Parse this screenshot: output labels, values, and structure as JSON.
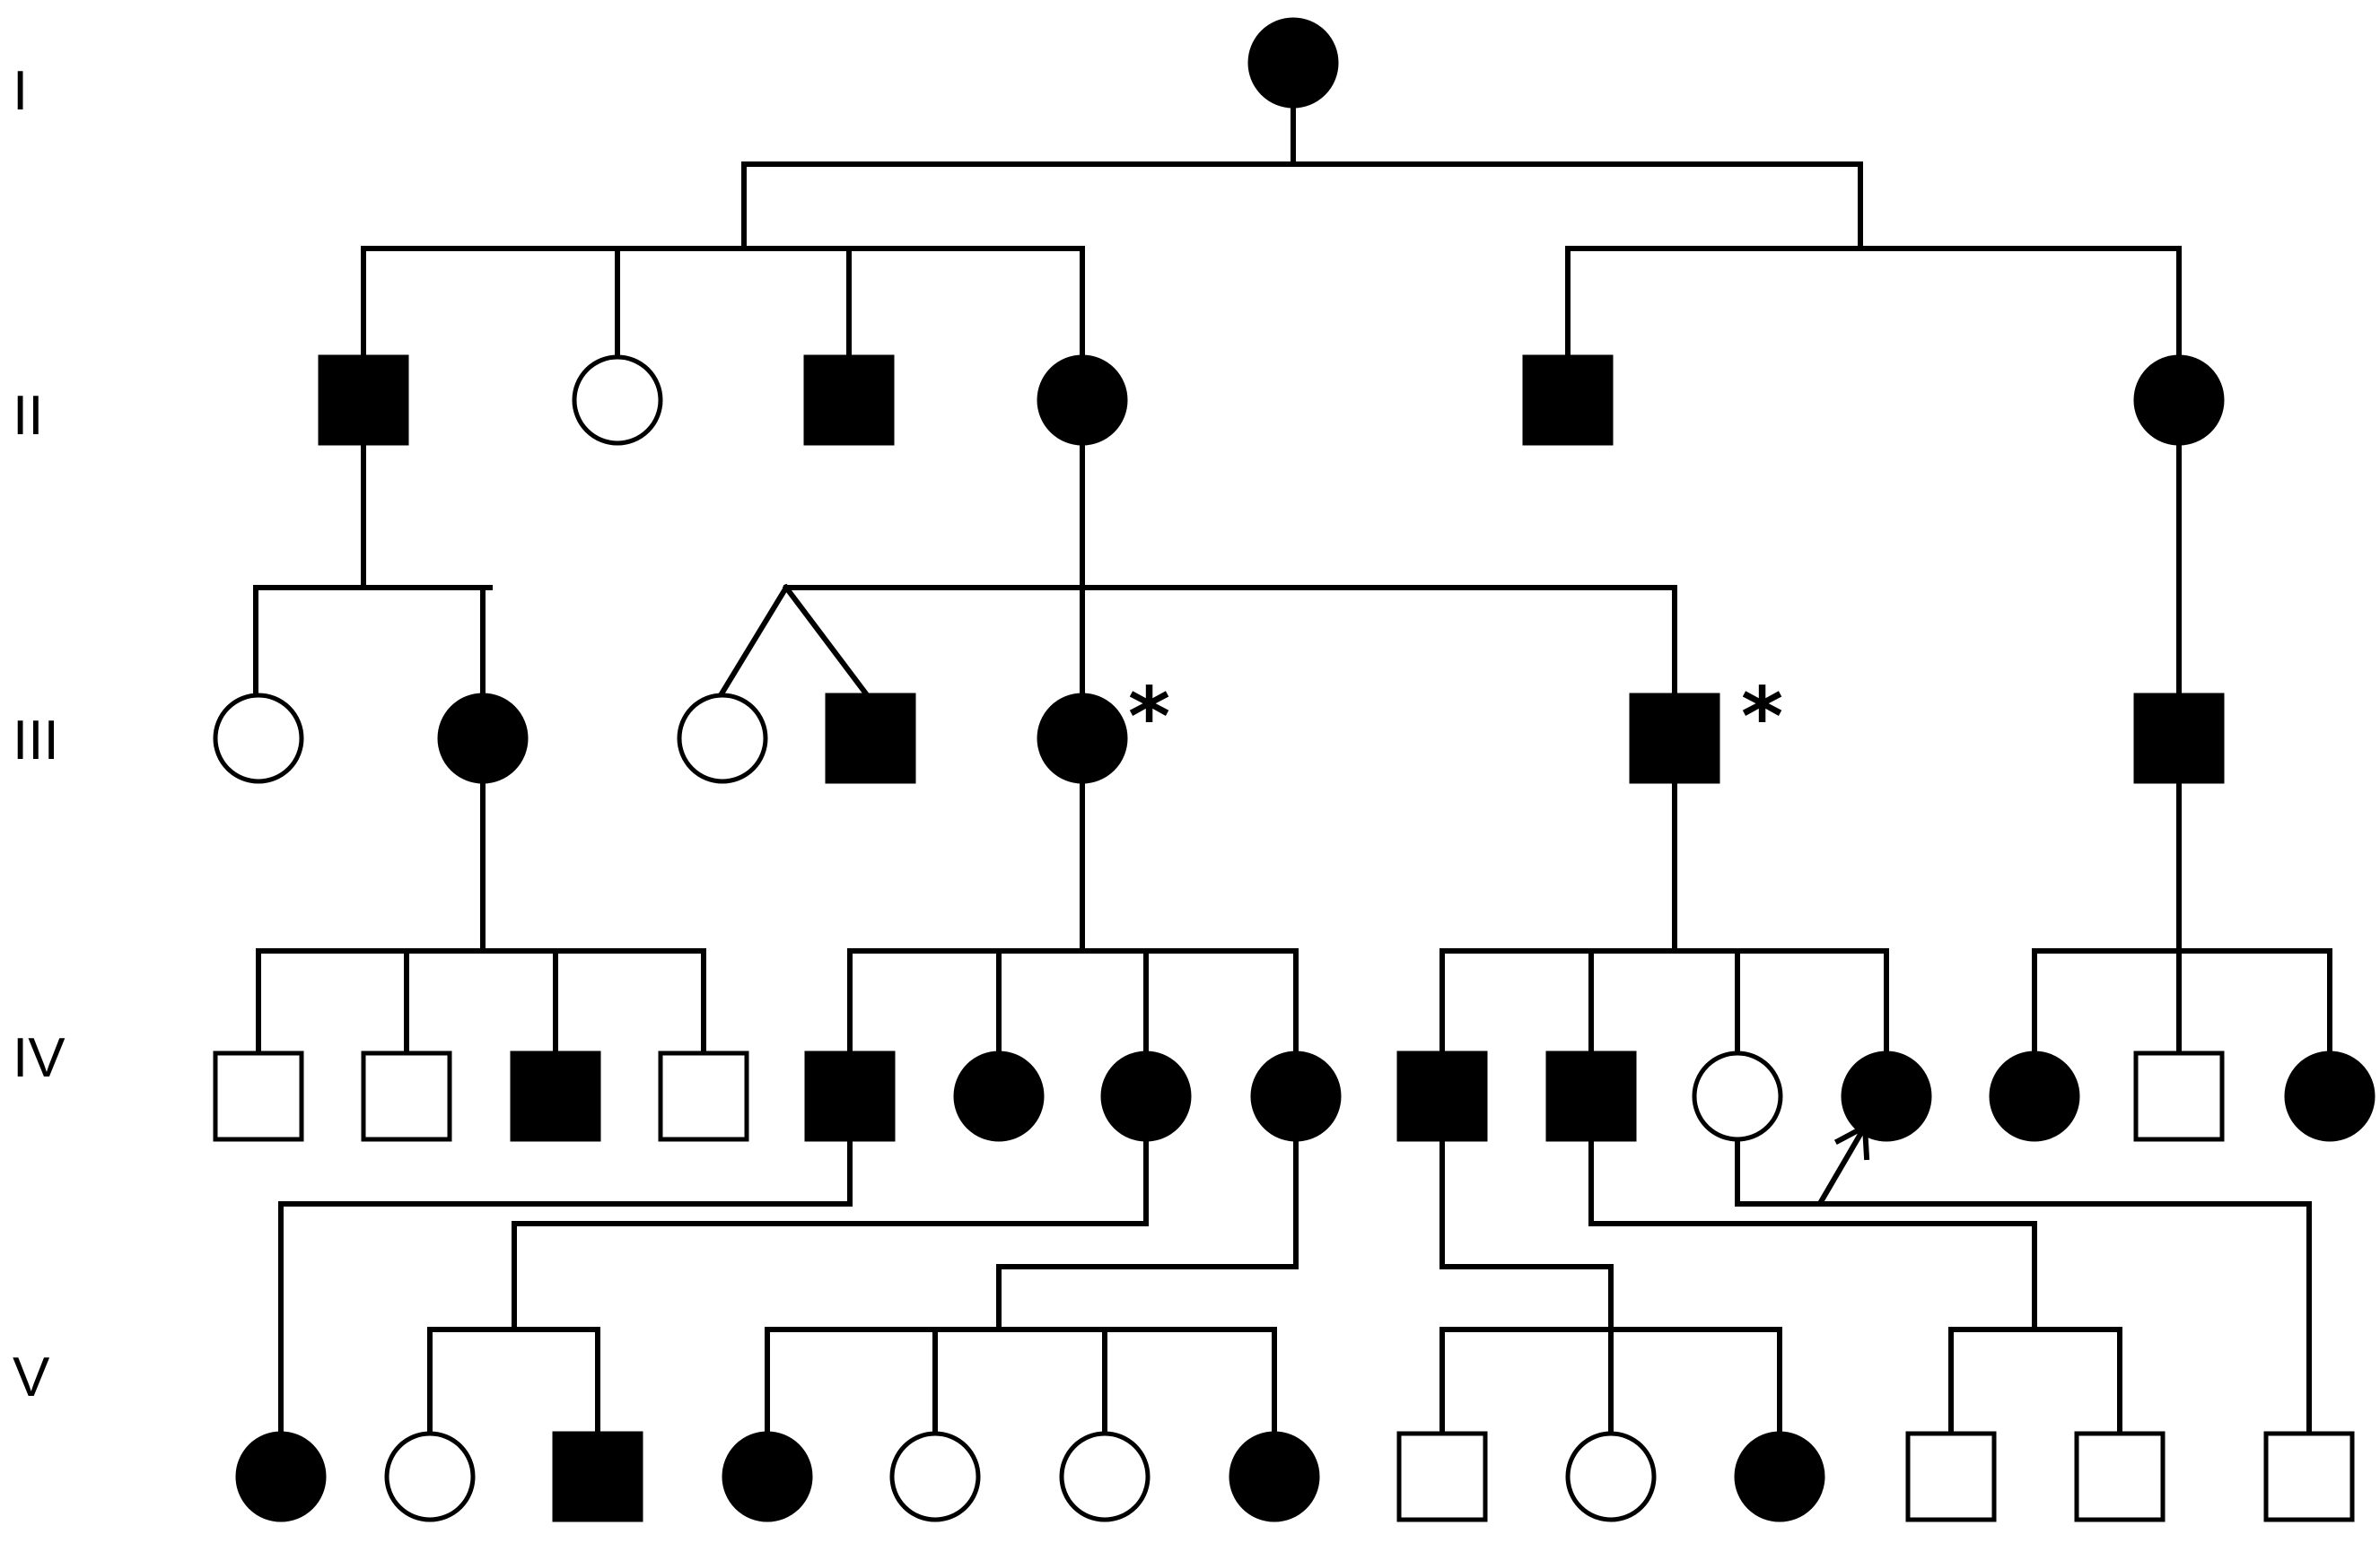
{
  "pedigree": {
    "generations": [
      {
        "label": "I"
      },
      {
        "label": "II"
      },
      {
        "label": "III"
      },
      {
        "label": "IV"
      },
      {
        "label": "V"
      }
    ],
    "markers": {
      "asterisk": "*"
    },
    "colors": {
      "affected": "#000000",
      "unaffected": "#ffffff",
      "line": "#000000"
    },
    "individuals": [
      {
        "id": "I-1",
        "generation": "I",
        "sex": "female",
        "affected": true
      },
      {
        "id": "II-1",
        "generation": "II",
        "sex": "male",
        "affected": true
      },
      {
        "id": "II-2",
        "generation": "II",
        "sex": "female",
        "affected": false
      },
      {
        "id": "II-3",
        "generation": "II",
        "sex": "male",
        "affected": true
      },
      {
        "id": "II-4",
        "generation": "II",
        "sex": "female",
        "affected": true
      },
      {
        "id": "II-5",
        "generation": "II",
        "sex": "male",
        "affected": true
      },
      {
        "id": "II-6",
        "generation": "II",
        "sex": "female",
        "affected": true
      },
      {
        "id": "III-1",
        "generation": "III",
        "sex": "female",
        "affected": false
      },
      {
        "id": "III-2",
        "generation": "III",
        "sex": "female",
        "affected": true
      },
      {
        "id": "III-3",
        "generation": "III",
        "sex": "female",
        "affected": false,
        "twin": true
      },
      {
        "id": "III-4",
        "generation": "III",
        "sex": "male",
        "affected": true,
        "twin": true
      },
      {
        "id": "III-5",
        "generation": "III",
        "sex": "female",
        "affected": true,
        "marked": true
      },
      {
        "id": "III-6",
        "generation": "III",
        "sex": "male",
        "affected": true,
        "marked": true
      },
      {
        "id": "III-7",
        "generation": "III",
        "sex": "male",
        "affected": true
      },
      {
        "id": "IV-1",
        "generation": "IV",
        "sex": "male",
        "affected": false
      },
      {
        "id": "IV-2",
        "generation": "IV",
        "sex": "male",
        "affected": false
      },
      {
        "id": "IV-3",
        "generation": "IV",
        "sex": "male",
        "affected": true
      },
      {
        "id": "IV-4",
        "generation": "IV",
        "sex": "male",
        "affected": false
      },
      {
        "id": "IV-5",
        "generation": "IV",
        "sex": "male",
        "affected": true
      },
      {
        "id": "IV-6",
        "generation": "IV",
        "sex": "female",
        "affected": true
      },
      {
        "id": "IV-7",
        "generation": "IV",
        "sex": "female",
        "affected": true
      },
      {
        "id": "IV-8",
        "generation": "IV",
        "sex": "female",
        "affected": true
      },
      {
        "id": "IV-9",
        "generation": "IV",
        "sex": "male",
        "affected": true
      },
      {
        "id": "IV-10",
        "generation": "IV",
        "sex": "male",
        "affected": true
      },
      {
        "id": "IV-11",
        "generation": "IV",
        "sex": "female",
        "affected": false
      },
      {
        "id": "IV-12",
        "generation": "IV",
        "sex": "female",
        "affected": true,
        "proband": true
      },
      {
        "id": "IV-13",
        "generation": "IV",
        "sex": "female",
        "affected": true
      },
      {
        "id": "IV-14",
        "generation": "IV",
        "sex": "male",
        "affected": false
      },
      {
        "id": "IV-15",
        "generation": "IV",
        "sex": "female",
        "affected": true
      },
      {
        "id": "V-1",
        "generation": "V",
        "sex": "female",
        "affected": true
      },
      {
        "id": "V-2",
        "generation": "V",
        "sex": "female",
        "affected": false
      },
      {
        "id": "V-3",
        "generation": "V",
        "sex": "male",
        "affected": true
      },
      {
        "id": "V-4",
        "generation": "V",
        "sex": "female",
        "affected": true
      },
      {
        "id": "V-5",
        "generation": "V",
        "sex": "female",
        "affected": false
      },
      {
        "id": "V-6",
        "generation": "V",
        "sex": "female",
        "affected": false
      },
      {
        "id": "V-7",
        "generation": "V",
        "sex": "female",
        "affected": true
      },
      {
        "id": "V-8",
        "generation": "V",
        "sex": "male",
        "affected": false
      },
      {
        "id": "V-9",
        "generation": "V",
        "sex": "female",
        "affected": false
      },
      {
        "id": "V-10",
        "generation": "V",
        "sex": "female",
        "affected": true
      },
      {
        "id": "V-11",
        "generation": "V",
        "sex": "male",
        "affected": false
      },
      {
        "id": "V-12",
        "generation": "V",
        "sex": "male",
        "affected": false
      },
      {
        "id": "V-13",
        "generation": "V",
        "sex": "male",
        "affected": false
      }
    ]
  }
}
